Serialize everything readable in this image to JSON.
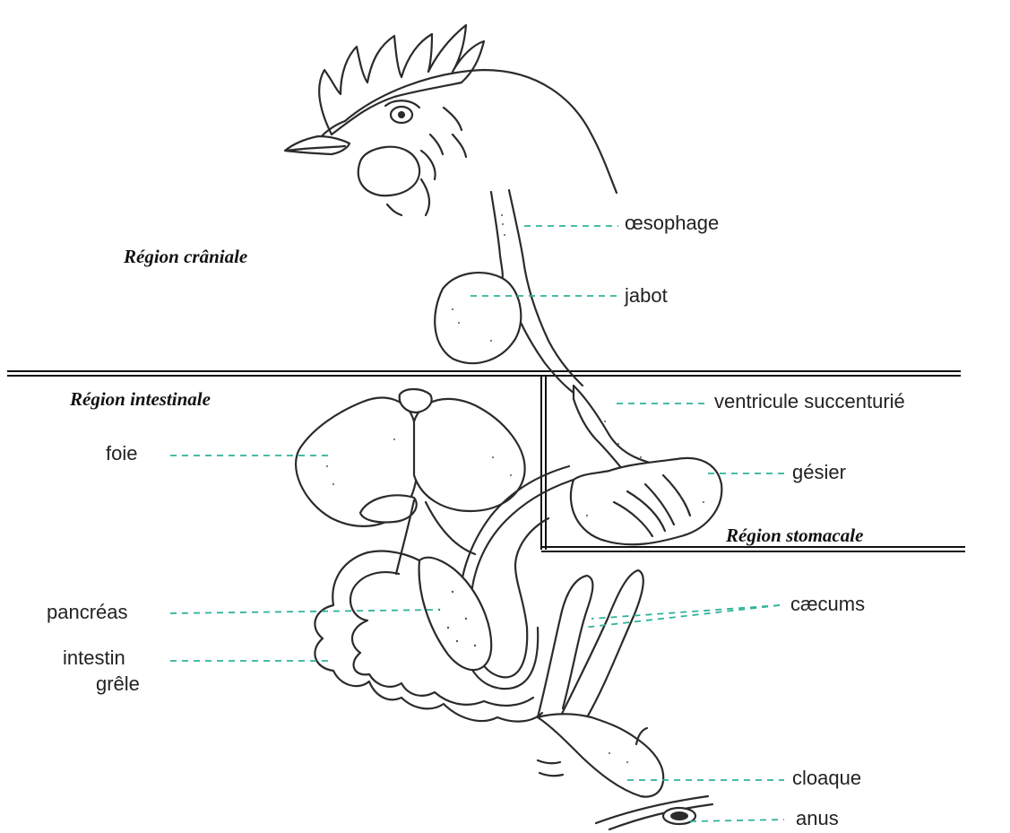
{
  "regions": {
    "cranial": "Région crâniale",
    "intestinal": "Région intestinale",
    "stomach": "Région stomacale"
  },
  "labels": {
    "oesophagus": "œsophage",
    "crop": "jabot",
    "proventriculus": "ventricule succenturié",
    "gizzard": "gésier",
    "liver": "foie",
    "pancreas": "pancréas",
    "small_intestine_line1": "intestin",
    "small_intestine_line2": "grêle",
    "caeca": "cæcums",
    "cloaca": "cloaque",
    "anus": "anus"
  }
}
